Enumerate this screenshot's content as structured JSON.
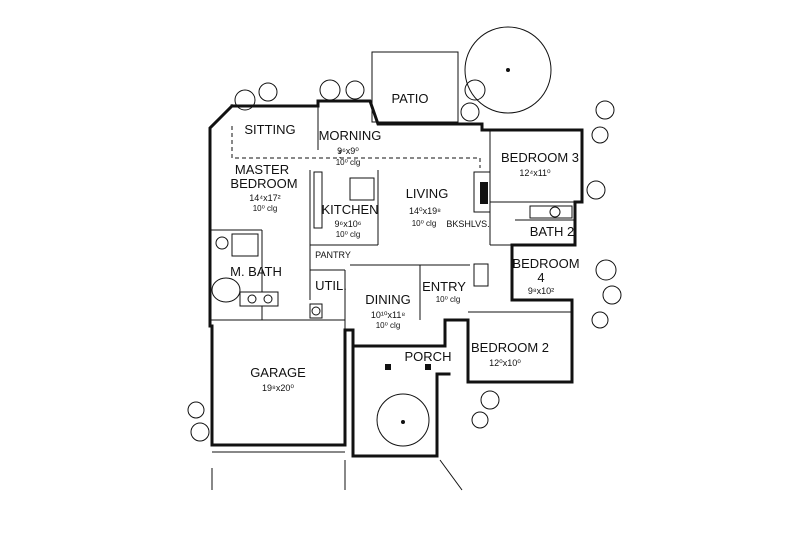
{
  "rooms": {
    "patio": {
      "name": "PATIO"
    },
    "sitting": {
      "name": "SITTING"
    },
    "morning": {
      "name": "MORNING",
      "dim": "9⁶x9⁰",
      "ceiling": "10⁰ clg"
    },
    "master": {
      "name1": "MASTER",
      "name2": "BEDROOM",
      "dim": "14⁴x17²",
      "ceiling": "10⁰ clg"
    },
    "kitchen": {
      "name": "KITCHEN",
      "dim": "9⁶x10⁶",
      "ceiling": "10⁰ clg"
    },
    "living": {
      "name": "LIVING",
      "dim": "14⁰x19⁸",
      "ceiling": "10⁰ clg"
    },
    "bkshlvs": {
      "name": "BKSHLVS."
    },
    "bedroom3": {
      "name": "BEDROOM 3",
      "dim": "12⁴x11⁰"
    },
    "bath2": {
      "name": "BATH 2"
    },
    "bedroom4": {
      "name1": "BEDROOM",
      "name2": "4",
      "dim": "9⁸x10²"
    },
    "mbath": {
      "name": "M. BATH"
    },
    "pantry": {
      "name": "PANTRY"
    },
    "util": {
      "name": "UTIL."
    },
    "dining": {
      "name": "DINING",
      "dim": "10¹⁰x11⁸",
      "ceiling": "10⁰ clg"
    },
    "entry": {
      "name": "ENTRY",
      "ceiling": "10⁰ clg"
    },
    "bedroom2": {
      "name": "BEDROOM 2",
      "dim": "12⁰x10⁰"
    },
    "porch": {
      "name": "PORCH"
    },
    "garage": {
      "name": "GARAGE",
      "dim": "19⁸x20⁰"
    }
  }
}
